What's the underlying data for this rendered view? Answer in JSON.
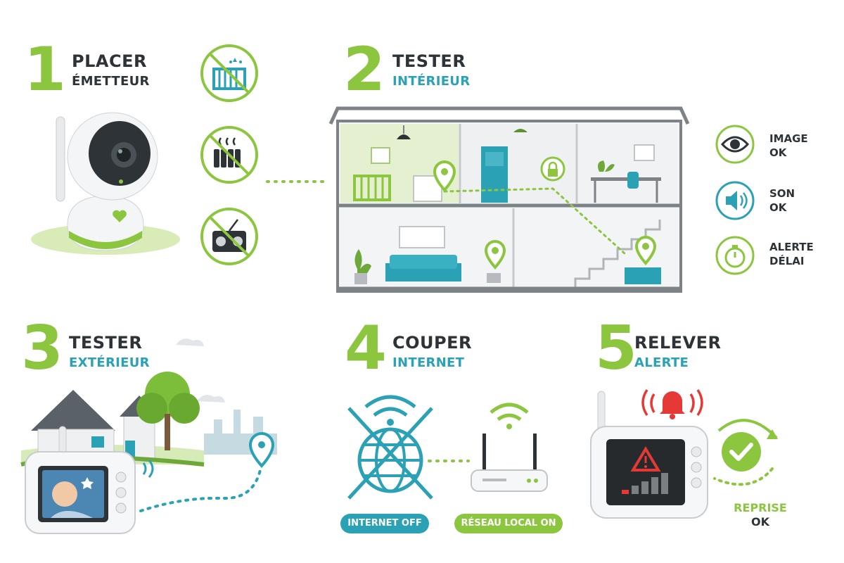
{
  "colors": {
    "green": "#8cc63f",
    "teal": "#2aa1b4",
    "dark": "#2e3338",
    "red": "#e53935",
    "grey": "#8a8f94"
  },
  "steps": [
    {
      "number": "1",
      "title": "PLACER",
      "subtitle": "ÉMETTEUR"
    },
    {
      "number": "2",
      "title": "TESTER",
      "subtitle": "INTÉRIEUR"
    },
    {
      "number": "3",
      "title": "TESTER",
      "subtitle": "EXTÉRIEUR"
    },
    {
      "number": "4",
      "title": "COUPER",
      "subtitle": "INTERNET"
    },
    {
      "number": "5",
      "title": "RELEVER",
      "subtitle": "ALERTE"
    }
  ],
  "avoid_icons": [
    "crib-icon",
    "radiator-icon",
    "radio-icon"
  ],
  "checks": [
    {
      "icon": "eye-icon",
      "line1": "IMAGE",
      "line2": "OK"
    },
    {
      "icon": "speaker-icon",
      "line1": "SON",
      "line2": "OK"
    },
    {
      "icon": "stopwatch-icon",
      "line1": "ALERTE",
      "line2": "DÉLAI"
    }
  ],
  "network": {
    "internet_off": "INTERNET OFF",
    "local_on": "RÉSEAU LOCAL ON"
  },
  "reprise": {
    "line1": "REPRISE",
    "line2": "OK"
  }
}
